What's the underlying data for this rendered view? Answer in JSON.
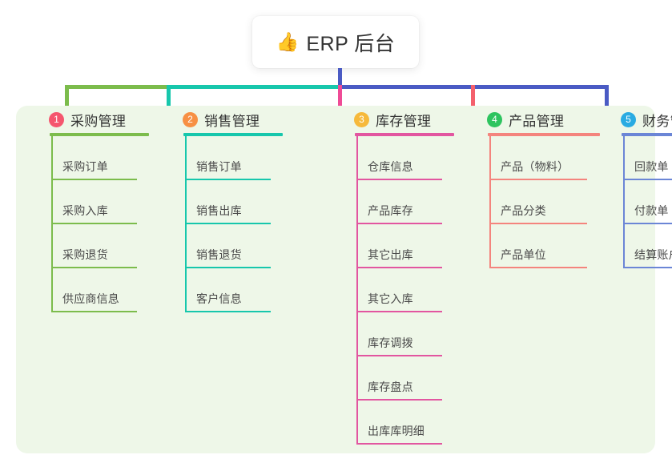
{
  "root": {
    "icon": "thumbs-up-icon",
    "icon_glyph": "👍",
    "title": "ERP 后台"
  },
  "panel": {
    "background_color": "#eef7e8"
  },
  "connectors": {
    "stem_color": "#4a5bc4",
    "bus_colors": [
      "#7cbc4c",
      "#17c7ac",
      "#4a5bc4"
    ],
    "drop_colors": [
      "#7cbc4c",
      "#17c7ac",
      "#ef4b96",
      "#f4606c",
      "#4a5bc4"
    ]
  },
  "columns": [
    {
      "number": "1",
      "title": "采购管理",
      "badge_color": "#f5566e",
      "line_color": "#7cbc4c",
      "items": [
        {
          "label": "采购订单"
        },
        {
          "label": "采购入库"
        },
        {
          "label": "采购退货"
        },
        {
          "label": "供应商信息"
        }
      ]
    },
    {
      "number": "2",
      "title": "销售管理",
      "badge_color": "#f79044",
      "line_color": "#17c7ac",
      "items": [
        {
          "label": "销售订单"
        },
        {
          "label": "销售出库"
        },
        {
          "label": "销售退货"
        },
        {
          "label": "客户信息"
        }
      ]
    },
    {
      "number": "3",
      "title": "库存管理",
      "badge_color": "#f6b93b",
      "line_color": "#e256a0",
      "items": [
        {
          "label": "仓库信息"
        },
        {
          "label": "产品库存"
        },
        {
          "label": "其它出库"
        },
        {
          "label": "其它入库"
        },
        {
          "label": "库存调拨"
        },
        {
          "label": "库存盘点"
        },
        {
          "label": "出库库明细"
        }
      ]
    },
    {
      "number": "4",
      "title": "产品管理",
      "badge_color": "#2ec45f",
      "line_color": "#f4847d",
      "items": [
        {
          "label": "产品（物料）"
        },
        {
          "label": "产品分类"
        },
        {
          "label": "产品单位"
        }
      ]
    },
    {
      "number": "5",
      "title": "财务管理",
      "badge_color": "#29abe2",
      "line_color": "#6b86d6",
      "items": [
        {
          "label": "回款单"
        },
        {
          "label": "付款单"
        },
        {
          "label": "结算账户"
        }
      ]
    }
  ]
}
